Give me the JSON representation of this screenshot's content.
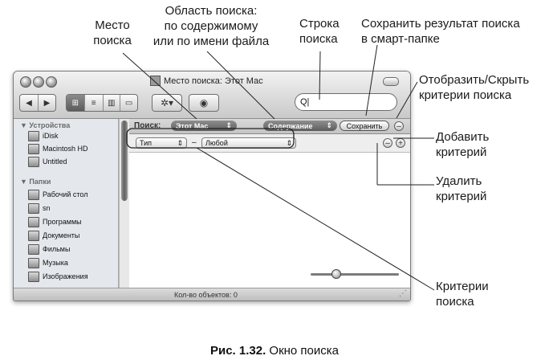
{
  "callouts": {
    "mesto_poiska": [
      "Место",
      "поиска"
    ],
    "oblast_poiska": [
      "Область поиска:",
      "по содержимому",
      "или по имени файла"
    ],
    "stroka_poiska": [
      "Строка",
      "поиска"
    ],
    "sohranit": [
      "Сохранить результат поиска",
      "в смарт-папке"
    ],
    "otobrazit": [
      "Отобразить/Скрыть",
      "критерии поиска"
    ],
    "dobavit": [
      "Добавить",
      "критерий"
    ],
    "udalit": [
      "Удалить",
      "критерий"
    ],
    "kriterii": [
      "Критерии",
      "поиска"
    ]
  },
  "window": {
    "title": "Место поиска: Этот Mac",
    "toolbar": {
      "back_glyph": "◀",
      "forward_glyph": "▶",
      "view_glyphs": [
        "⊞",
        "≡",
        "▥",
        "▭"
      ],
      "action_glyph": "✲▾",
      "eye_glyph": "◉"
    },
    "search_field": {
      "value": "Q|"
    },
    "sidebar": {
      "section_devices": "▼ Устройства",
      "devices": [
        "iDisk",
        "Macintosh HD",
        "Untitled"
      ],
      "section_places": "▼ Папки",
      "places": [
        "Рабочий стол",
        "sn",
        "Программы",
        "Документы",
        "Фильмы",
        "Музыка",
        "Изображения"
      ]
    },
    "search_bar": {
      "label": "Поиск:",
      "location": "Этот Mac",
      "scope": "Содержание",
      "save": "Сохранить",
      "toggle": "–"
    },
    "criteria": {
      "field": "Тип",
      "dash": "–",
      "value": "Любой",
      "remove": "–",
      "add": "+"
    },
    "status": "Кол-во объектов: 0"
  },
  "caption": {
    "bold": "Рис. 1.32.",
    "text": " Окно поиска"
  }
}
